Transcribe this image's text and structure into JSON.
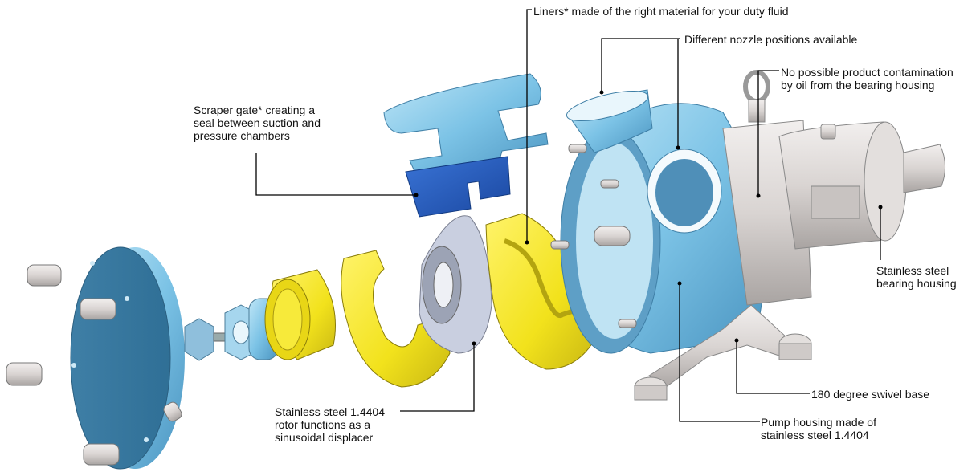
{
  "diagram": {
    "type": "exploded-view",
    "subject": "Sinusoidal displacement pump"
  },
  "colors": {
    "housing_blue": "#7cc3e6",
    "housing_blue_dark": "#3f7fa6",
    "scraper_gate_blue": "#1f55b8",
    "liner_yellow": "#f2e21c",
    "liner_yellow_dark": "#b8a90f",
    "steel_grey": "#d9d4d2",
    "steel_grey_dark": "#8e8a88",
    "leader_line": "#000000"
  },
  "callouts": [
    {
      "id": "liners",
      "line1": "Liners* made of the right material for your duty fluid",
      "line2": ""
    },
    {
      "id": "nozzle",
      "line1": "Different nozzle positions available",
      "line2": ""
    },
    {
      "id": "contamination",
      "line1": "No possible product contamination",
      "line2": "by oil from the bearing housing"
    },
    {
      "id": "scraper",
      "line1": "Scraper gate* creating a",
      "line2": "seal between suction and",
      "line3": "pressure chambers"
    },
    {
      "id": "bearing",
      "line1": "Stainless steel",
      "line2": "bearing housing"
    },
    {
      "id": "swivel",
      "line1": "180 degree swivel base",
      "line2": ""
    },
    {
      "id": "rotor",
      "line1": "Stainless steel 1.4404",
      "line2": "rotor functions as a",
      "line3": "sinusoidal displacer"
    },
    {
      "id": "housing",
      "line1": "Pump housing made of",
      "line2": "stainless steel 1.4404"
    }
  ]
}
